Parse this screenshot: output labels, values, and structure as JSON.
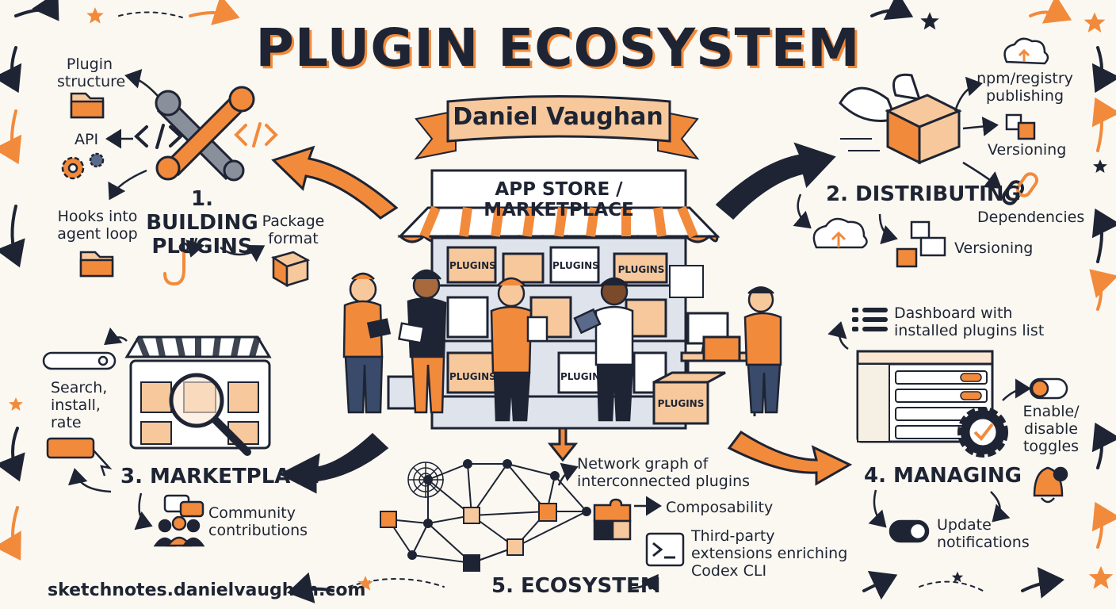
{
  "title": "PLUGIN ECOSYSTEM",
  "author": "Daniel Vaughan",
  "store_sign": "APP STORE / MARKETPLACE",
  "box_label": "PLUGINS",
  "sections": {
    "building": {
      "heading": "1. BUILDING PLUGINS",
      "heading_line1": "1. BUILDING",
      "heading_line2": "PLUGINS",
      "plugin_structure": "Plugin structure",
      "plugin_structure_l1": "Plugin",
      "plugin_structure_l2": "structure",
      "api": "API",
      "hooks_l1": "Hooks into",
      "hooks_l2": "agent loop",
      "package_l1": "Package",
      "package_l2": "format"
    },
    "distributing": {
      "heading": "2. DISTRIBUTING",
      "npm_l1": "npm/registry",
      "npm_l2": "publishing",
      "versioning_top": "Versioning",
      "dependencies": "Dependencies",
      "versioning_bottom": "Versioning"
    },
    "marketplace": {
      "heading": "3. MARKETPLACE",
      "search_l1": "Search,",
      "search_l2": "install,",
      "search_l3": "rate",
      "community_l1": "Community",
      "community_l2": "contributions"
    },
    "managing": {
      "heading": "4. MANAGING",
      "dashboard_l1": "Dashboard with",
      "dashboard_l2": "installed plugins list",
      "toggles_l1": "Enable/",
      "toggles_l2": "disable",
      "toggles_l3": "toggles",
      "update_l1": "Update",
      "update_l2": "notifications"
    },
    "ecosystem": {
      "heading": "5. ECOSYSTEM",
      "network_l1": "Network graph of",
      "network_l2": "interconnected plugins",
      "composability": "Composability",
      "third_l1": "Third-party",
      "third_l2": "extensions enriching",
      "third_l3": "Codex CLI"
    }
  },
  "footer_url": "sketchnotes.danielvaughan.com",
  "colors": {
    "navy": "#1e2433",
    "orange": "#f28a3c",
    "cream": "#fbf8f2",
    "box": "#f6c89c"
  },
  "icons": [
    "wrench-icon",
    "code-icon",
    "folder-icon",
    "gear-icon",
    "hook-icon",
    "package-box-icon",
    "winged-box-icon",
    "cloud-upload-icon",
    "version-blocks-icon",
    "chain-link-icon",
    "storefront-icon",
    "magnifier-icon",
    "search-bar-icon",
    "chat-bubbles-icon",
    "people-icon",
    "dashboard-window-icon",
    "toggle-icon",
    "bell-icon",
    "spiderweb-icon",
    "puzzle-icon",
    "terminal-icon",
    "star-icon"
  ]
}
